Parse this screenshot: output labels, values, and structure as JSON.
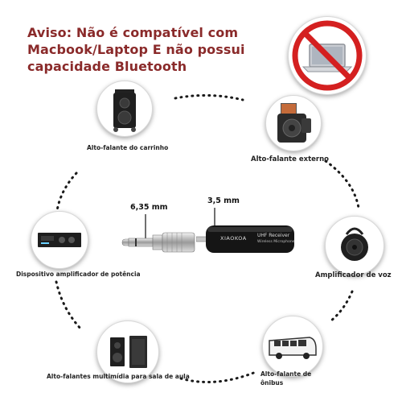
{
  "warning": {
    "line1": "Aviso: Não é compatível com",
    "line2": "Macbook/Laptop E não possui",
    "line3": "capacidade Bluetooth"
  },
  "labels": {
    "cart_speaker": "Alto-falante do carrinho",
    "external_speaker": "Alto-falante externo",
    "power_amp": "Dispositivo amplificador de potência",
    "voice_amp": "Amplificador de voz",
    "multimedia": "Alto-falantes multimídia para sala de aula",
    "bus_line1": "Alto-falante de",
    "bus_line2": "ônibus"
  },
  "measurements": {
    "plug_635": "6,35 mm",
    "plug_35": "3,5 mm"
  },
  "receiver": {
    "brand": "XIAOKOA",
    "model": "UHF Receiver",
    "sub": "Wireless Microphone"
  },
  "colors": {
    "warning_text": "#8a2a2a",
    "prohibit_red": "#d42020",
    "dots": "#1a1a1a"
  }
}
